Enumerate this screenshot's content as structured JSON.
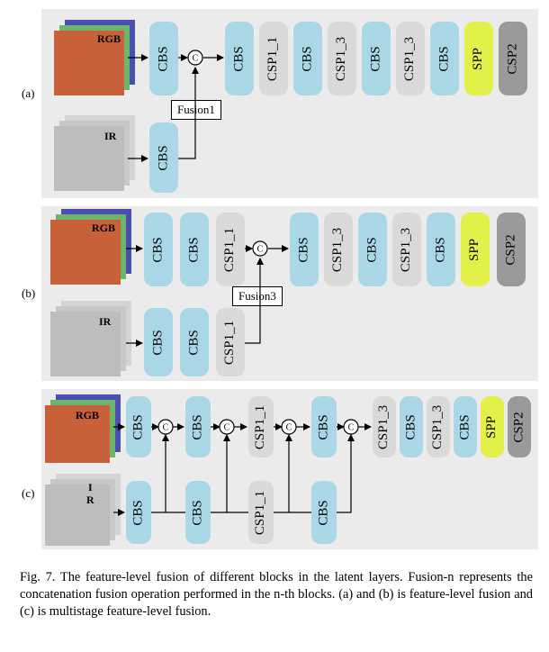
{
  "panels": {
    "a": {
      "label": "(a)",
      "top_stream": [
        "CBS",
        "CBS",
        "CSP1_1",
        "CBS",
        "CSP1_3",
        "CBS",
        "CSP1_3",
        "CBS",
        "SPP",
        "CSP2"
      ],
      "bottom_stream": [
        "CBS"
      ],
      "fusion": "Fusion1",
      "rgb": "RGB",
      "ir": "IR"
    },
    "b": {
      "label": "(b)",
      "top_stream": [
        "CBS",
        "CBS",
        "CSP1_1",
        "CBS",
        "CSP1_3",
        "CBS",
        "CSP1_3",
        "CBS",
        "SPP",
        "CSP2"
      ],
      "bottom_stream": [
        "CBS",
        "CBS",
        "CSP1_1"
      ],
      "fusion": "Fusion3",
      "rgb": "RGB",
      "ir": "IR"
    },
    "c": {
      "label": "(c)",
      "top_stream": [
        "CBS",
        "CBS",
        "CSP1_1",
        "CBS",
        "CSP1_3",
        "CBS",
        "CSP1_3",
        "CBS",
        "SPP",
        "CSP2"
      ],
      "bottom_stream": [
        "CBS",
        "CBS",
        "CSP1_1",
        "CBS"
      ],
      "rgb": "RGB",
      "ir_line1": "I",
      "ir_line2": "R"
    }
  },
  "concat_symbol": "C",
  "caption": "Fig. 7.  The feature-level fusion of different blocks in the latent layers. Fusion-n represents the concatenation fusion operation performed in the n-th blocks. (a) and (b) is feature-level fusion and (c) is multistage feature-level fusion.",
  "colors": {
    "cbs": "#aad7e6",
    "csp": "#d9d9d9",
    "spp": "#e3f04a",
    "csp2": "#9a9a9a",
    "rgb_red": "#c8603a",
    "rgb_green": "#6db56a",
    "rgb_blue": "#4b4fb0",
    "panel_bg": "#ebebeb"
  }
}
